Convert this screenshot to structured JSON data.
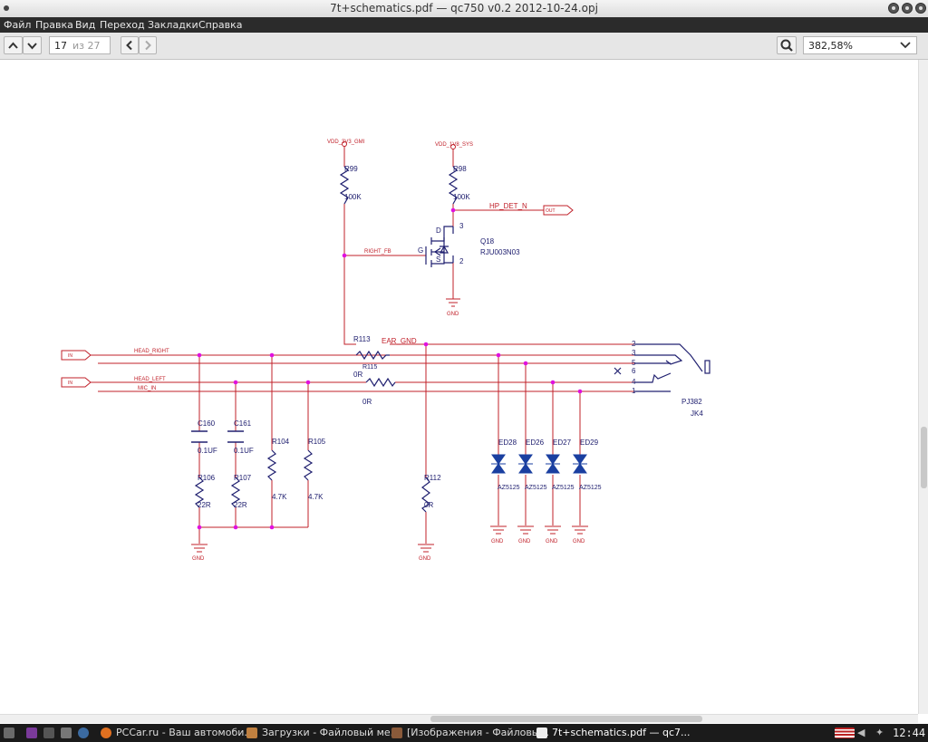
{
  "window": {
    "title": "7t+schematics.pdf — qc750 v0.2 2012-10-24.opj"
  },
  "menu": [
    "Файл",
    "Правка",
    "Вид",
    "Переход",
    "Закладки",
    "Справка"
  ],
  "toolbar": {
    "page_current": "17",
    "page_total": "из 27",
    "zoom": "382,58%"
  },
  "schematic": {
    "vdd_3v3": "VDD_3V3_GMI",
    "vdd_1v8": "VDD_1V8_SYS",
    "r99": "R99",
    "r99_val": "100K",
    "r98": "R98",
    "r98_val": "100K",
    "hp_det": "HP_DET_N",
    "out": "OUT",
    "q18": "Q18",
    "q18_part": "RJU003N03",
    "pin_d": "D",
    "pin_g": "G",
    "pin_s": "S",
    "pin3": "3",
    "pin2": "2",
    "right_fb": "RIGHT_FB",
    "gnd": "GND",
    "r113": "R113",
    "r115": "R115",
    "ear_gnd": "EAR_GND",
    "r113_val": "0R",
    "r115_val": "0R",
    "head_right": "HEAD_RIGHT",
    "head_left": "HEAD_LEFT",
    "mic_in": "MIC_IN",
    "in": "IN",
    "jack_pins": [
      "2",
      "3",
      "5",
      "6",
      "4",
      "1"
    ],
    "pj382": "PJ382",
    "jk4": "JK4",
    "c160": "C160",
    "c161": "C161",
    "cap_val": "0.1UF",
    "r106": "R106",
    "r107": "R107",
    "r22": "22R",
    "r104": "R104",
    "r105": "R105",
    "r47": "4.7K",
    "r112": "R112",
    "r112_val": "0R",
    "diodes": [
      "ED28",
      "ED26",
      "ED27",
      "ED29"
    ],
    "diode_part": "AZ5125"
  },
  "taskbar": {
    "items": [
      "PCCar.ru - Ваш автомоби...",
      "Загрузки - Файловый ме...",
      "[Изображения - Файловы...",
      "7t+schematics.pdf — qc7..."
    ],
    "clock": "12:44"
  }
}
